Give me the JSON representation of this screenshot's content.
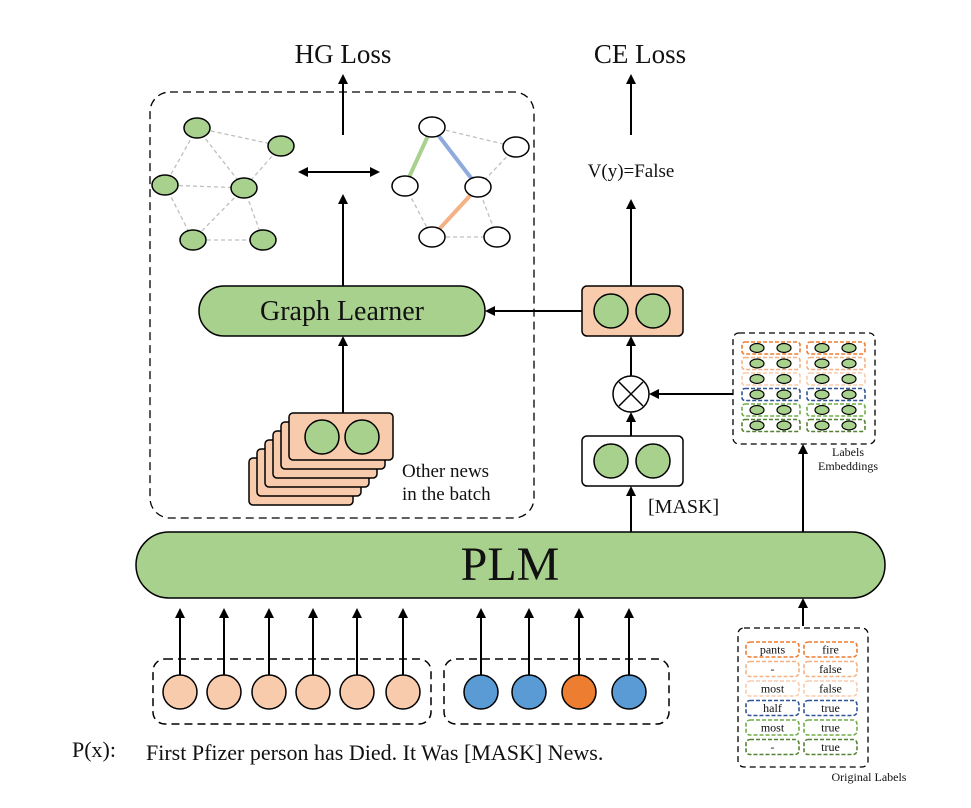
{
  "losses": {
    "hg": "HG Loss",
    "ce": "CE Loss"
  },
  "verbalizer_output": "V(y)=False",
  "graph_learner": "Graph Learner",
  "other_news": {
    "line1": "Other news",
    "line2": "in the batch"
  },
  "mask_token": "[MASK]",
  "plm": "PLM",
  "label_embeddings_caption": {
    "line1": "Labels",
    "line2": "Embeddings"
  },
  "original_labels_caption": "Original Labels",
  "prompt": {
    "prefix": "P(x):",
    "sentence": "First Pfizer person has Died. It Was [MASK] News."
  },
  "original_labels": [
    {
      "left": "pants",
      "right": "fire"
    },
    {
      "left": "-",
      "right": "false"
    },
    {
      "left": "most",
      "right": "false"
    },
    {
      "left": "half",
      "right": "true"
    },
    {
      "left": "most",
      "right": "true"
    },
    {
      "left": "-",
      "right": "true"
    }
  ],
  "colors": {
    "node_green": "#a9d18e",
    "box_salmon": "#f8cbad",
    "token_peach": "#f8cbad",
    "token_blue": "#5b9bd5",
    "token_orange": "#ed7d31",
    "edge_green": "#a9d18e",
    "edge_blue": "#8faadc",
    "edge_orange": "#f4b183",
    "label_rows": [
      "#ed7d31",
      "#f4b183",
      "#f8cbad",
      "#2f5597",
      "#70ad47",
      "#548235"
    ]
  }
}
